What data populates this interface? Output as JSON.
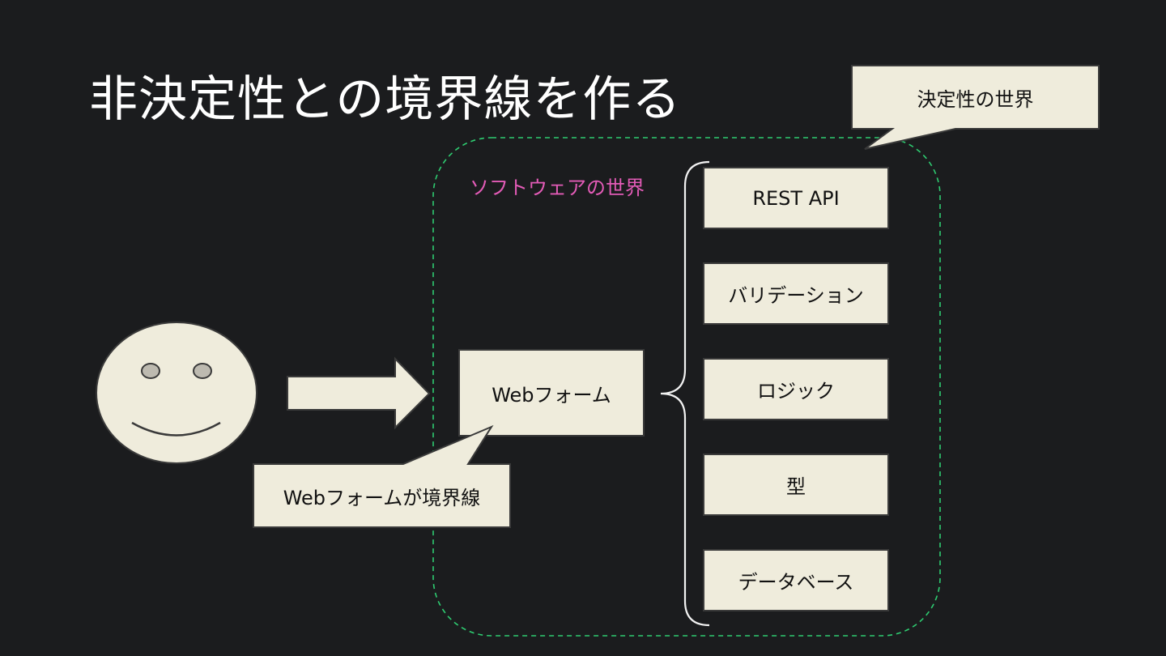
{
  "slide": {
    "title": "非決定性との境界線を作る"
  },
  "labels": {
    "software_world": "ソフトウェアの世界",
    "web_form": "Webフォーム",
    "boundary_callout": "Webフォームが境界線",
    "deterministic_callout": "決定性の世界"
  },
  "stack": [
    "REST API",
    "バリデーション",
    "ロジック",
    "型",
    "データベース"
  ],
  "colors": {
    "background": "#1b1c1e",
    "box_fill": "#efecdc",
    "box_stroke": "#3a3a3a",
    "dashed_border": "#2ecc71",
    "software_label": "#e35bb7",
    "title": "#ffffff"
  }
}
